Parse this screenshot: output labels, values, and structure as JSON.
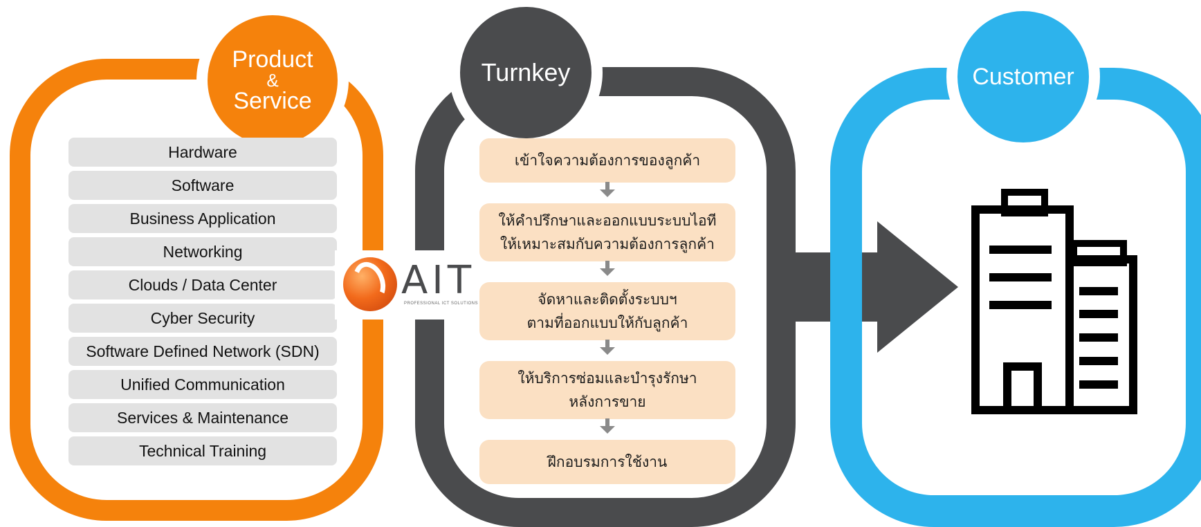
{
  "product_service": {
    "circle_line1": "Product",
    "circle_line2": "&",
    "circle_line3": "Service",
    "items": [
      "Hardware",
      "Software",
      "Business Application",
      "Networking",
      "Clouds / Data Center",
      "Cyber Security",
      "Software Defined Network (SDN)",
      "Unified Communication",
      "Services & Maintenance",
      "Technical Training"
    ],
    "color": "#f5820c"
  },
  "turnkey": {
    "circle_label": "Turnkey",
    "steps": [
      {
        "line1": "เข้าใจความต้องการของลูกค้า",
        "line2": ""
      },
      {
        "line1": "ให้คำปรึกษาและออกแบบระบบไอที",
        "line2": "ให้เหมาะสมกับความต้องการลูกค้า"
      },
      {
        "line1": "จัดหาและติดตั้งระบบฯ",
        "line2": "ตามที่ออกแบบให้กับลูกค้า"
      },
      {
        "line1": "ให้บริการซ่อมและบำรุงรักษา",
        "line2": "หลังการขาย"
      },
      {
        "line1": "ฝึกอบรมการใช้งาน",
        "line2": ""
      }
    ],
    "color": "#4a4b4d",
    "step_color": "#fbe0c3"
  },
  "logo": {
    "text": "AIT",
    "tagline": "PROFESSIONAL ICT SOLUTIONS"
  },
  "customer": {
    "circle_label": "Customer",
    "color": "#2db3ec",
    "icon": "building-icon"
  }
}
